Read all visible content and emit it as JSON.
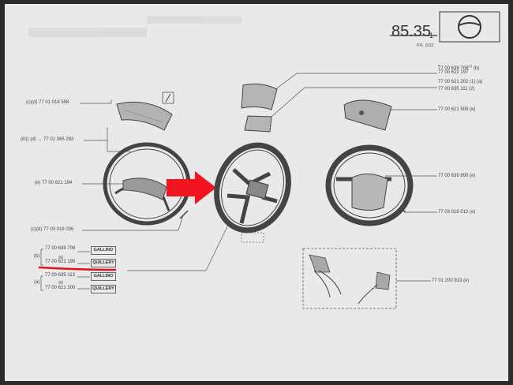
{
  "header": {
    "page_number": "85.35",
    "page_sub": "1",
    "reference": "P.R. 1012"
  },
  "callouts": {
    "left_1": "(c)(d) 77 01 018 598",
    "left_2": "(81) (d) → 77 01 365 283",
    "left_3": "(e) 77 00 621 194",
    "left_4": "(c)(d) 77 03 016 006",
    "right_1a": "77 00 638 708",
    "right_1a_ref": "(2)",
    "right_1a_tag": "(b)",
    "right_1b": "77 00 621 197",
    "right_2a": "77 00 621 202 (1)",
    "right_2a_tag": "(a)",
    "right_2b": "77 00 635 111 (2)",
    "right_3": "77 00 621 505 (e)",
    "right_4": "77 00 639 890 (e)",
    "right_5": "77 03 016 012",
    "right_5_tag": "(e)",
    "right_6": "77 01 200 913 (e)"
  },
  "variants": {
    "group_b": {
      "tag": "(b)",
      "rows": [
        {
          "part": "77 00 638 706",
          "label": "GALLINO"
        },
        {
          "part": "77 00 621 195",
          "label": "QUILLERY"
        }
      ]
    },
    "group_a": {
      "tag": "(a)",
      "rows": [
        {
          "part": "77 00 635 113",
          "label": "GALLINO"
        },
        {
          "part": "77 00 621 200",
          "label": "QUILLERY"
        }
      ]
    }
  },
  "colors": {
    "arrow": "#f2141e",
    "underline": "#e0101a",
    "paper": "#e9e9eb",
    "ink": "#444444"
  },
  "icons": [
    "steering-wheel-icon",
    "red-arrow-icon"
  ]
}
